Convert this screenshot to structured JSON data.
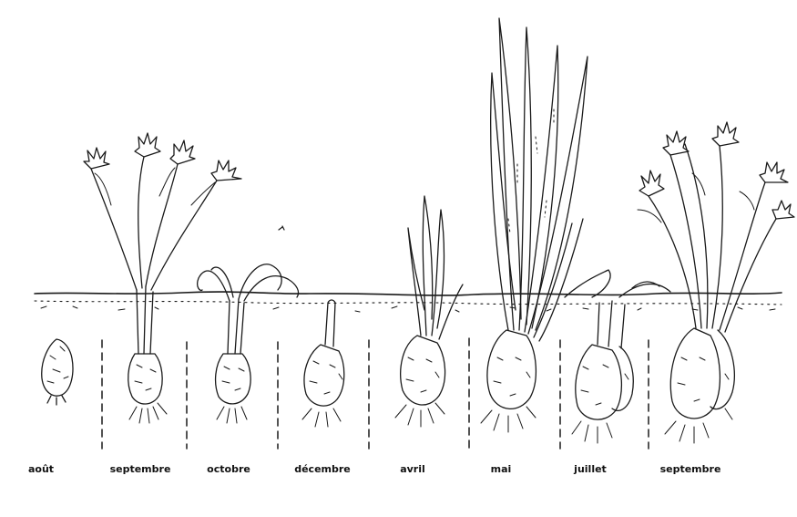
{
  "diagram": {
    "stages": [
      {
        "id": "aout",
        "label": "août"
      },
      {
        "id": "septembre-1",
        "label": "septembre"
      },
      {
        "id": "octobre",
        "label": "octobre"
      },
      {
        "id": "decembre",
        "label": "décembre"
      },
      {
        "id": "avril",
        "label": "avril"
      },
      {
        "id": "mai",
        "label": "mai"
      },
      {
        "id": "juillet",
        "label": "juillet"
      },
      {
        "id": "septembre-2",
        "label": "septembre"
      }
    ],
    "colors": {
      "ink": "#1a1a1a",
      "paper": "#ffffff"
    }
  }
}
